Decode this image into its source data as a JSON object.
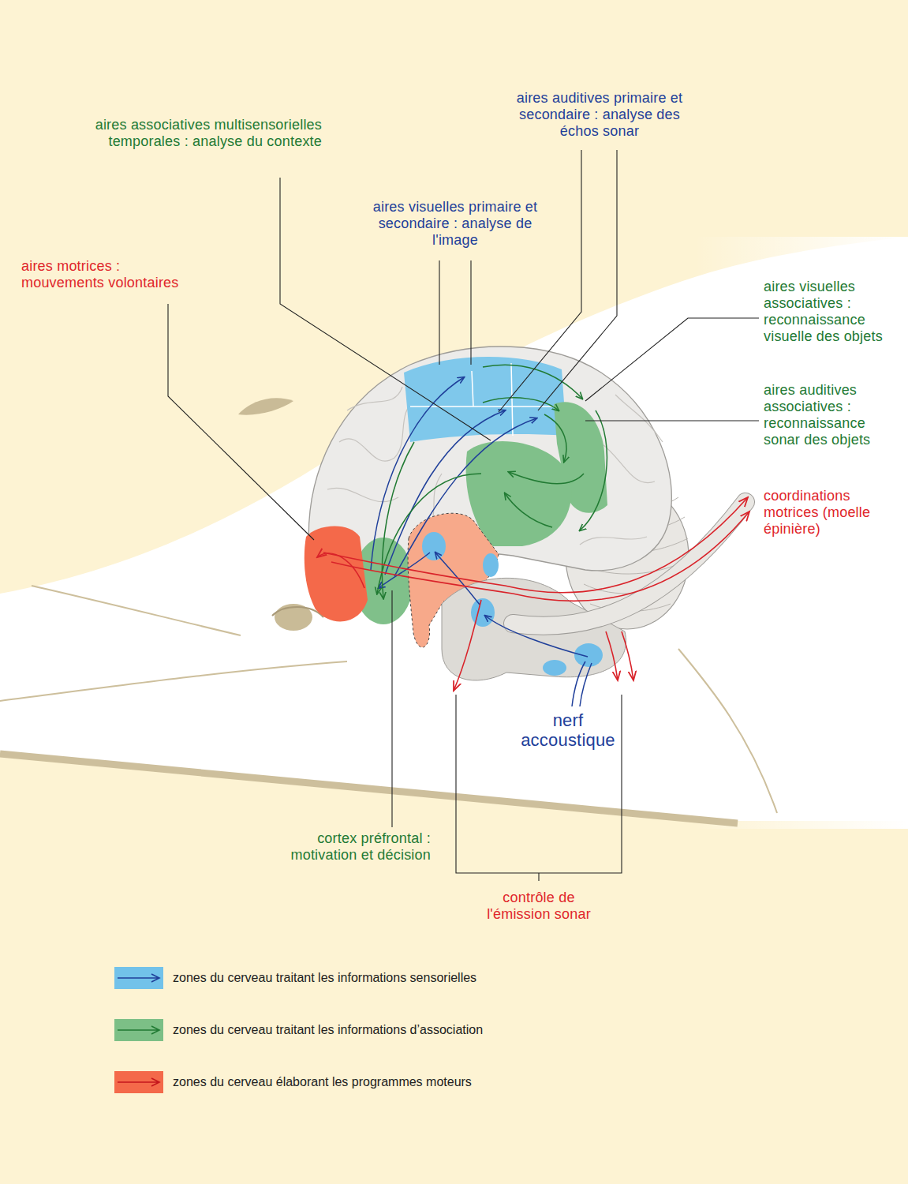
{
  "diagram": {
    "labels": [
      "aires associatives multisensorielles temporales : analyse du contexte",
      "aires auditives primaire et secondaire : analyse des échos sonar",
      "aires visuelles primaire et secondaire : analyse de l'image",
      "aires motrices : mouvements volontaires",
      "aires visuelles associatives : reconnaissance visuelle des objets",
      "aires auditives associatives : reconnaissance sonar des objets",
      "coordinations motrices (moelle épinière)",
      "nerf accoustique",
      "cortex préfrontal : motivation et décision",
      "contrôle de l'émission sonar"
    ],
    "legend": [
      {
        "text": "zones du cerveau traitant les informations sensorielles",
        "color": "#72c2ea"
      },
      {
        "text": "zones du cerveau traitant les informations d’association",
        "color": "#7cbf86"
      },
      {
        "text": "zones du cerveau élaborant les programmes moteurs",
        "color": "#f4694a"
      }
    ]
  }
}
